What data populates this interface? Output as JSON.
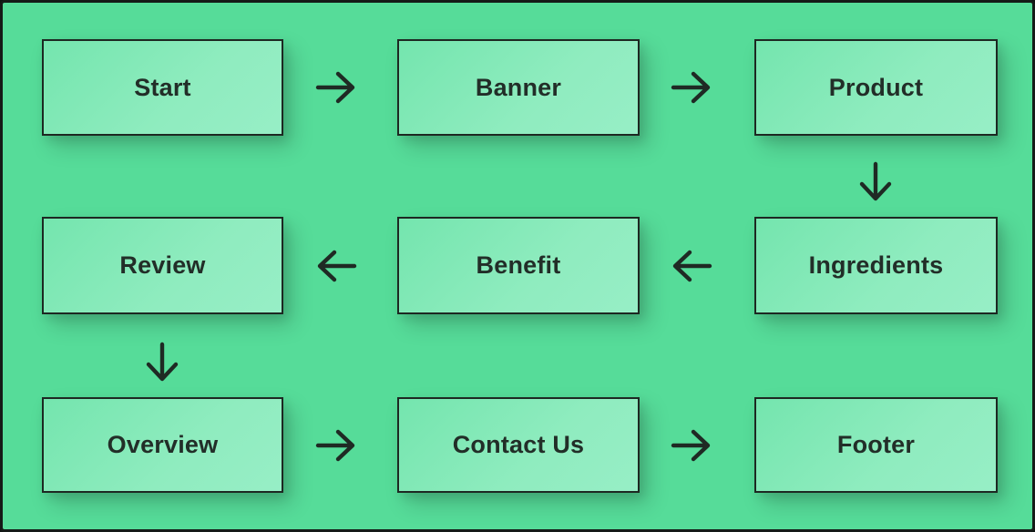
{
  "diagram": {
    "type": "flowchart",
    "background_color": "#56dc99",
    "frame_border_color": "#151b18",
    "node_fill_gradient": [
      "#74e5ae",
      "#97eec6"
    ],
    "node_border_color": "#1d2822",
    "node_text_color": "#222e28",
    "arrow_color": "#1f2a24"
  },
  "nodes": [
    {
      "id": "start",
      "label": "Start"
    },
    {
      "id": "banner",
      "label": "Banner"
    },
    {
      "id": "product",
      "label": "Product"
    },
    {
      "id": "ingredients",
      "label": "Ingredients"
    },
    {
      "id": "benefit",
      "label": "Benefit"
    },
    {
      "id": "review",
      "label": "Review"
    },
    {
      "id": "overview",
      "label": "Overview"
    },
    {
      "id": "contact",
      "label": "Contact Us"
    },
    {
      "id": "footer",
      "label": "Footer"
    }
  ],
  "edges": [
    {
      "from": "Start",
      "to": "Banner",
      "direction": "right"
    },
    {
      "from": "Banner",
      "to": "Product",
      "direction": "right"
    },
    {
      "from": "Product",
      "to": "Ingredients",
      "direction": "down"
    },
    {
      "from": "Ingredients",
      "to": "Benefit",
      "direction": "left"
    },
    {
      "from": "Benefit",
      "to": "Review",
      "direction": "left"
    },
    {
      "from": "Review",
      "to": "Overview",
      "direction": "down"
    },
    {
      "from": "Overview",
      "to": "Contact Us",
      "direction": "right"
    },
    {
      "from": "Contact Us",
      "to": "Footer",
      "direction": "right"
    }
  ]
}
